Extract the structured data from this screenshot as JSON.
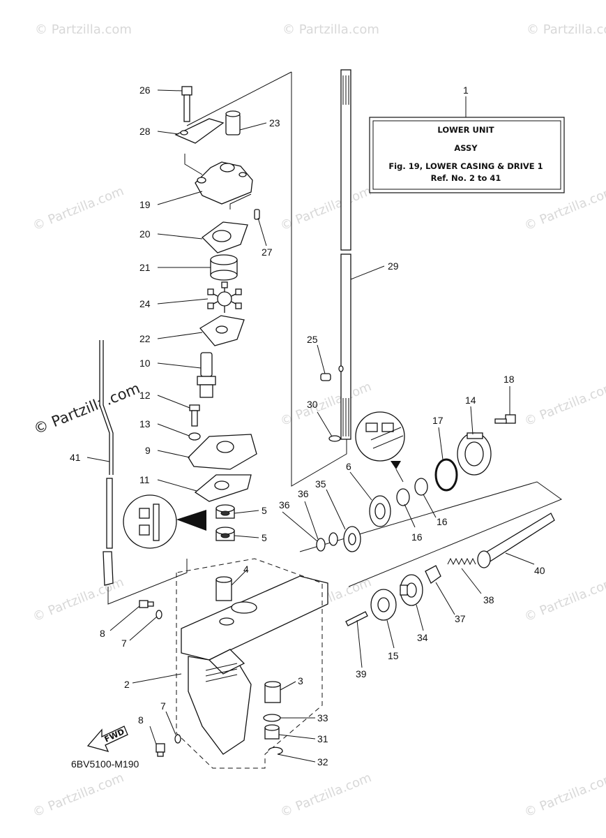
{
  "watermark": {
    "text": "© Partzilla.com",
    "highlight_text": "© Partzilla.com"
  },
  "ref_box": {
    "line1": "LOWER UNIT",
    "line2": "ASSY",
    "line3": "Fig. 19, LOWER CASING & DRIVE 1",
    "line4": "Ref. No. 2 to 41"
  },
  "figure_code": "6BV5100-M190",
  "fwd_label": "FWD",
  "callouts": {
    "c1": "1",
    "c2": "2",
    "c3": "3",
    "c4": "4",
    "c5a": "5",
    "c5b": "5",
    "c6": "6",
    "c7a": "7",
    "c7b": "7",
    "c8a": "8",
    "c8b": "8",
    "c9": "9",
    "c10": "10",
    "c11": "11",
    "c12": "12",
    "c13": "13",
    "c14": "14",
    "c15": "15",
    "c16a": "16",
    "c16b": "16",
    "c17": "17",
    "c18": "18",
    "c19": "19",
    "c20": "20",
    "c21": "21",
    "c22": "22",
    "c23": "23",
    "c24": "24",
    "c25": "25",
    "c26": "26",
    "c27": "27",
    "c28": "28",
    "c29": "29",
    "c30": "30",
    "c31": "31",
    "c32": "32",
    "c33": "33",
    "c34": "34",
    "c35": "35",
    "c36a": "36",
    "c36b": "36",
    "c37": "37",
    "c38": "38",
    "c39": "39",
    "c40": "40",
    "c41": "41"
  }
}
